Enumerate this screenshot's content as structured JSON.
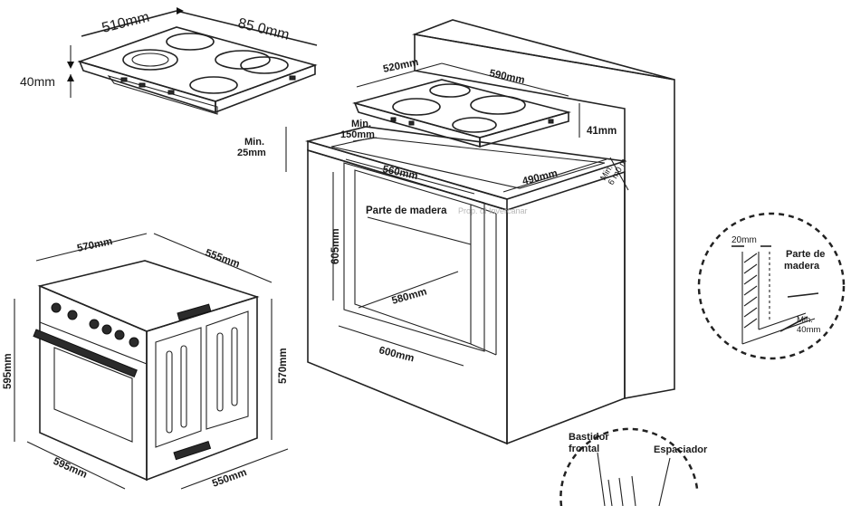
{
  "labels": {
    "hob_width": "510mm",
    "hob_depth": "85 0mm",
    "hob_height": "40mm",
    "cut_w": "520mm",
    "cut_d": "590mm",
    "min_150": "Min.\n150mm",
    "min_25": "Min.\n25mm",
    "h41": "41mm",
    "w560": "560mm",
    "w490": "490mm",
    "min_60": "Min.\n6 m0 m",
    "parte_madera": "Parte de madera",
    "watermark": "Prop. of Invercanar",
    "h605": "605mm",
    "w580": "580mm",
    "w600": "600mm",
    "oven_w": "570mm",
    "oven_d": "555mm",
    "oven_h595": "595mm",
    "oven_h570": "570mm",
    "oven_w595": "595mm",
    "oven_d550": "550mm",
    "detail_20": "20mm",
    "detail_parte": "Parte de\nmadera",
    "detail_min40": "Min.\n40mm",
    "bastidor": "Bastidor\nfrontal",
    "espaciador": "Espaciador"
  }
}
